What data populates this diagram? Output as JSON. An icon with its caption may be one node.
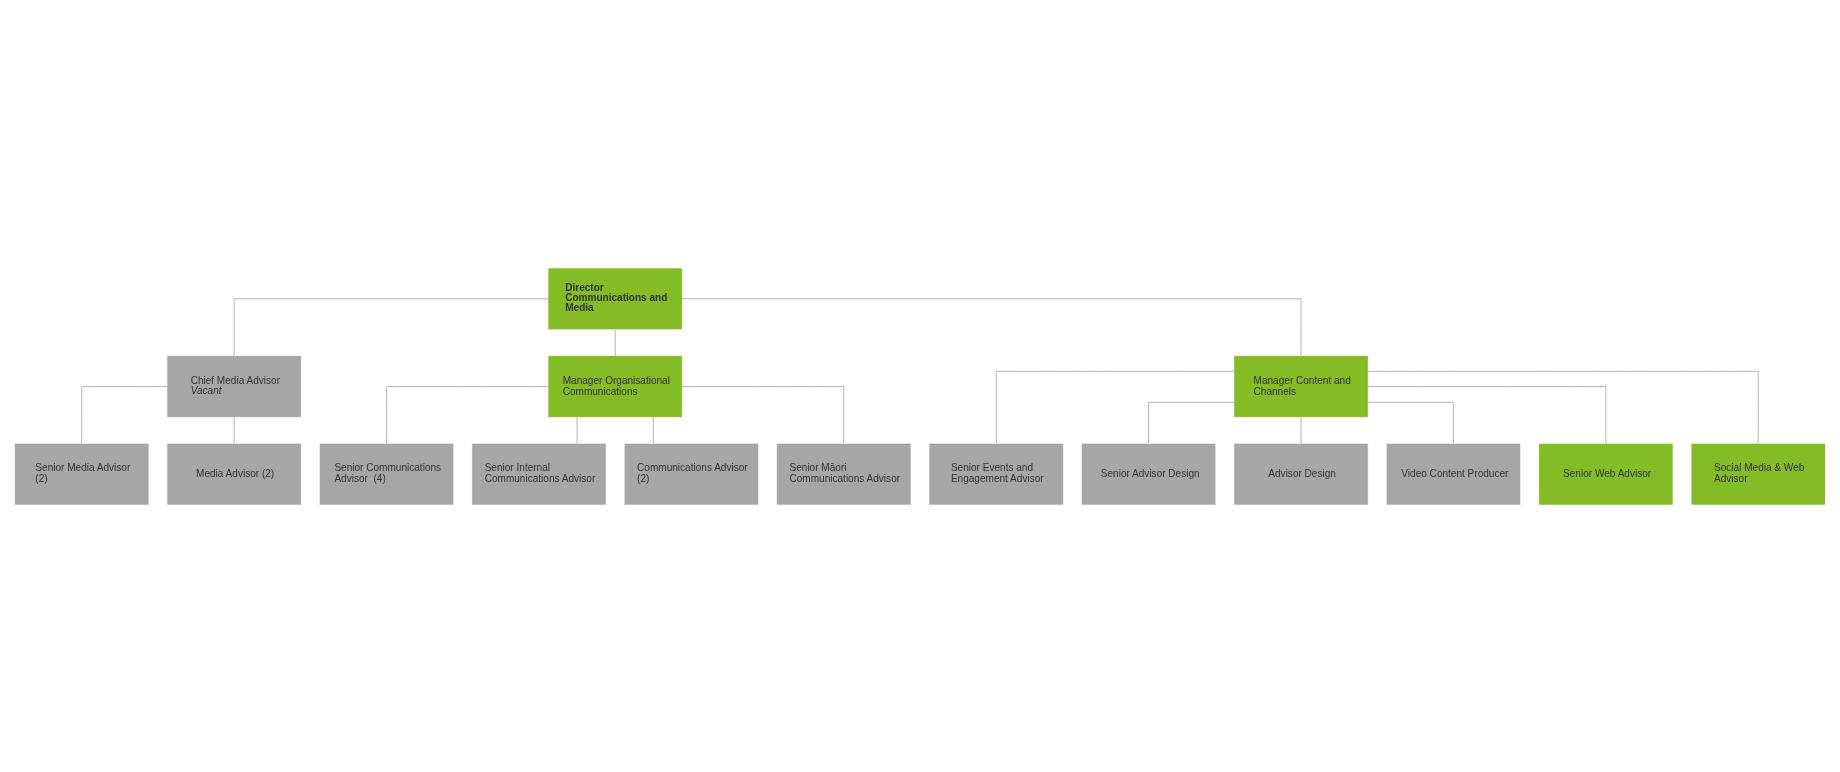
{
  "diagram": {
    "nodes": [
      {
        "text": [
          "Director Communications and Media"
        ]
      },
      {
        "text": [
          "Chief Media Advisor",
          "Vacant"
        ]
      },
      {
        "text": [
          "Manager Organisational Communications"
        ]
      },
      {
        "text": [
          "Manager Content and Channels"
        ]
      },
      {
        "text": [
          "Senior Media Advisor (2)"
        ]
      },
      {
        "text": [
          "Media Advisor (2)"
        ]
      },
      {
        "text": [
          "Senior Communications Advisor  (4)"
        ]
      },
      {
        "text": [
          "Senior Internal Communications Advisor"
        ]
      },
      {
        "text": [
          "Communications Advisor (2)"
        ]
      },
      {
        "text": [
          "Senior Māori Communications Advisor"
        ]
      },
      {
        "text": [
          "Senior Events and Engagement Advisor"
        ]
      },
      {
        "text": [
          "Senior Advisor Design"
        ]
      },
      {
        "text": [
          "Advisor Design"
        ]
      },
      {
        "text": [
          "Video Content Producer"
        ]
      },
      {
        "text": [
          "Senior Web Advisor"
        ]
      },
      {
        "text": [
          "Social Media & Web Advisor"
        ]
      }
    ],
    "edges": [
      {
        "from": 0,
        "to": 1,
        "arrow": "none"
      },
      {
        "from": 0,
        "to": 2,
        "arrow": "none"
      },
      {
        "from": 0,
        "to": 3,
        "arrow": "none"
      },
      {
        "from": 1,
        "to": 4,
        "arrow": "none"
      },
      {
        "from": 1,
        "to": 5,
        "arrow": "none"
      },
      {
        "from": 2,
        "to": 6,
        "arrow": "none"
      },
      {
        "from": 2,
        "to": 7,
        "arrow": "none"
      },
      {
        "from": 2,
        "to": 8,
        "arrow": "none"
      },
      {
        "from": 2,
        "to": 9,
        "arrow": "none"
      },
      {
        "from": 3,
        "to": 10,
        "arrow": "none"
      },
      {
        "from": 3,
        "to": 11,
        "arrow": "none"
      },
      {
        "from": 3,
        "to": 12,
        "arrow": "none"
      },
      {
        "from": 3,
        "to": 13,
        "arrow": "none"
      },
      {
        "from": 3,
        "to": 14,
        "arrow": "none"
      },
      {
        "from": 3,
        "to": 15,
        "arrow": "none"
      }
    ]
  }
}
